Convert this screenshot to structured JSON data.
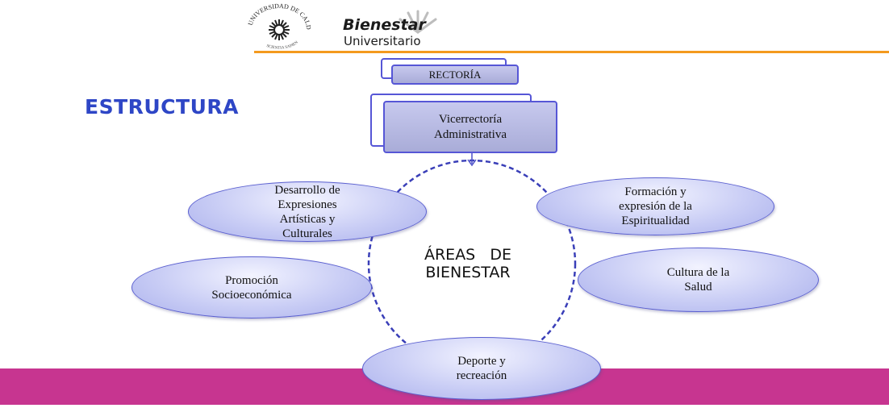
{
  "header": {
    "seal_text_top": "UNIVERSIDAD DE CALDAS",
    "seal_text_bottom": "SCIENTIA SAPIENTIA",
    "brand_title": "Bienestar",
    "brand_subtitle": "Universitario"
  },
  "page_title": "ESTRUCTURA",
  "org": {
    "top": "RECTORÍA",
    "second_line1": "Vicerrectoría",
    "second_line2": "Administrativa"
  },
  "center": {
    "line1": "ÁREAS   DE",
    "line2": "BIENESTAR"
  },
  "areas": [
    {
      "line1": "Desarrollo de",
      "line2": "Expresiones",
      "line3": "Artísticas y",
      "line4": "Culturales"
    },
    {
      "line1": "Formación y",
      "line2": "expresión de la",
      "line3": "Espiritualidad"
    },
    {
      "line1": "Promoción",
      "line2": "Socioeconómica"
    },
    {
      "line1": "Cultura de la",
      "line2": "Salud"
    },
    {
      "line1": "Deporte y",
      "line2": "recreación"
    }
  ],
  "colors": {
    "accent_orange": "#f39a1e",
    "title_blue": "#2e46c6",
    "band_magenta": "#c73590",
    "box_border": "#5656d6"
  }
}
